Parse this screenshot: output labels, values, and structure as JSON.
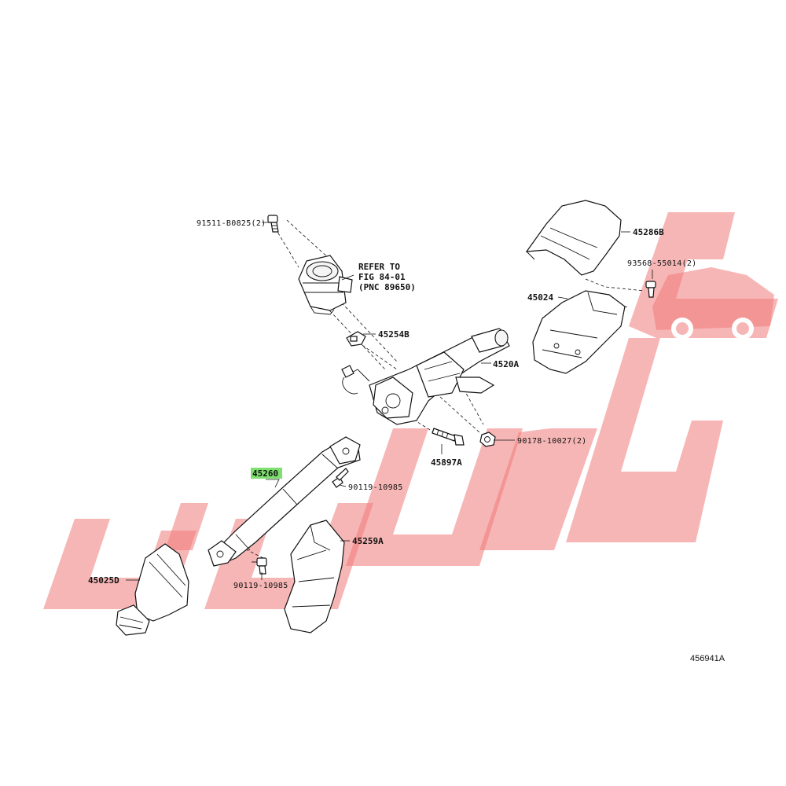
{
  "figure_number": "456941A",
  "watermark_color": "#f07a7a",
  "highlight_color": "#7ee06e",
  "refer_note": {
    "line1": "REFER TO",
    "line2": "FIG 84-01",
    "line3": "(PNC 89650)"
  },
  "parts": [
    {
      "id": "p91511",
      "label": "91511-B0825(2)"
    },
    {
      "id": "p45254B",
      "label": "45254B"
    },
    {
      "id": "p4520A",
      "label": "4520A"
    },
    {
      "id": "p45897A",
      "label": "45897A"
    },
    {
      "id": "p90178",
      "label": "90178-10027(2)"
    },
    {
      "id": "p45260",
      "label": "45260",
      "highlighted": true
    },
    {
      "id": "p90119a",
      "label": "90119-10985"
    },
    {
      "id": "p90119b",
      "label": "90119-10985"
    },
    {
      "id": "p45259A",
      "label": "45259A"
    },
    {
      "id": "p45025D",
      "label": "45025D"
    },
    {
      "id": "p45286B",
      "label": "45286B"
    },
    {
      "id": "p93568",
      "label": "93568-55014(2)"
    },
    {
      "id": "p45024",
      "label": "45024"
    }
  ]
}
